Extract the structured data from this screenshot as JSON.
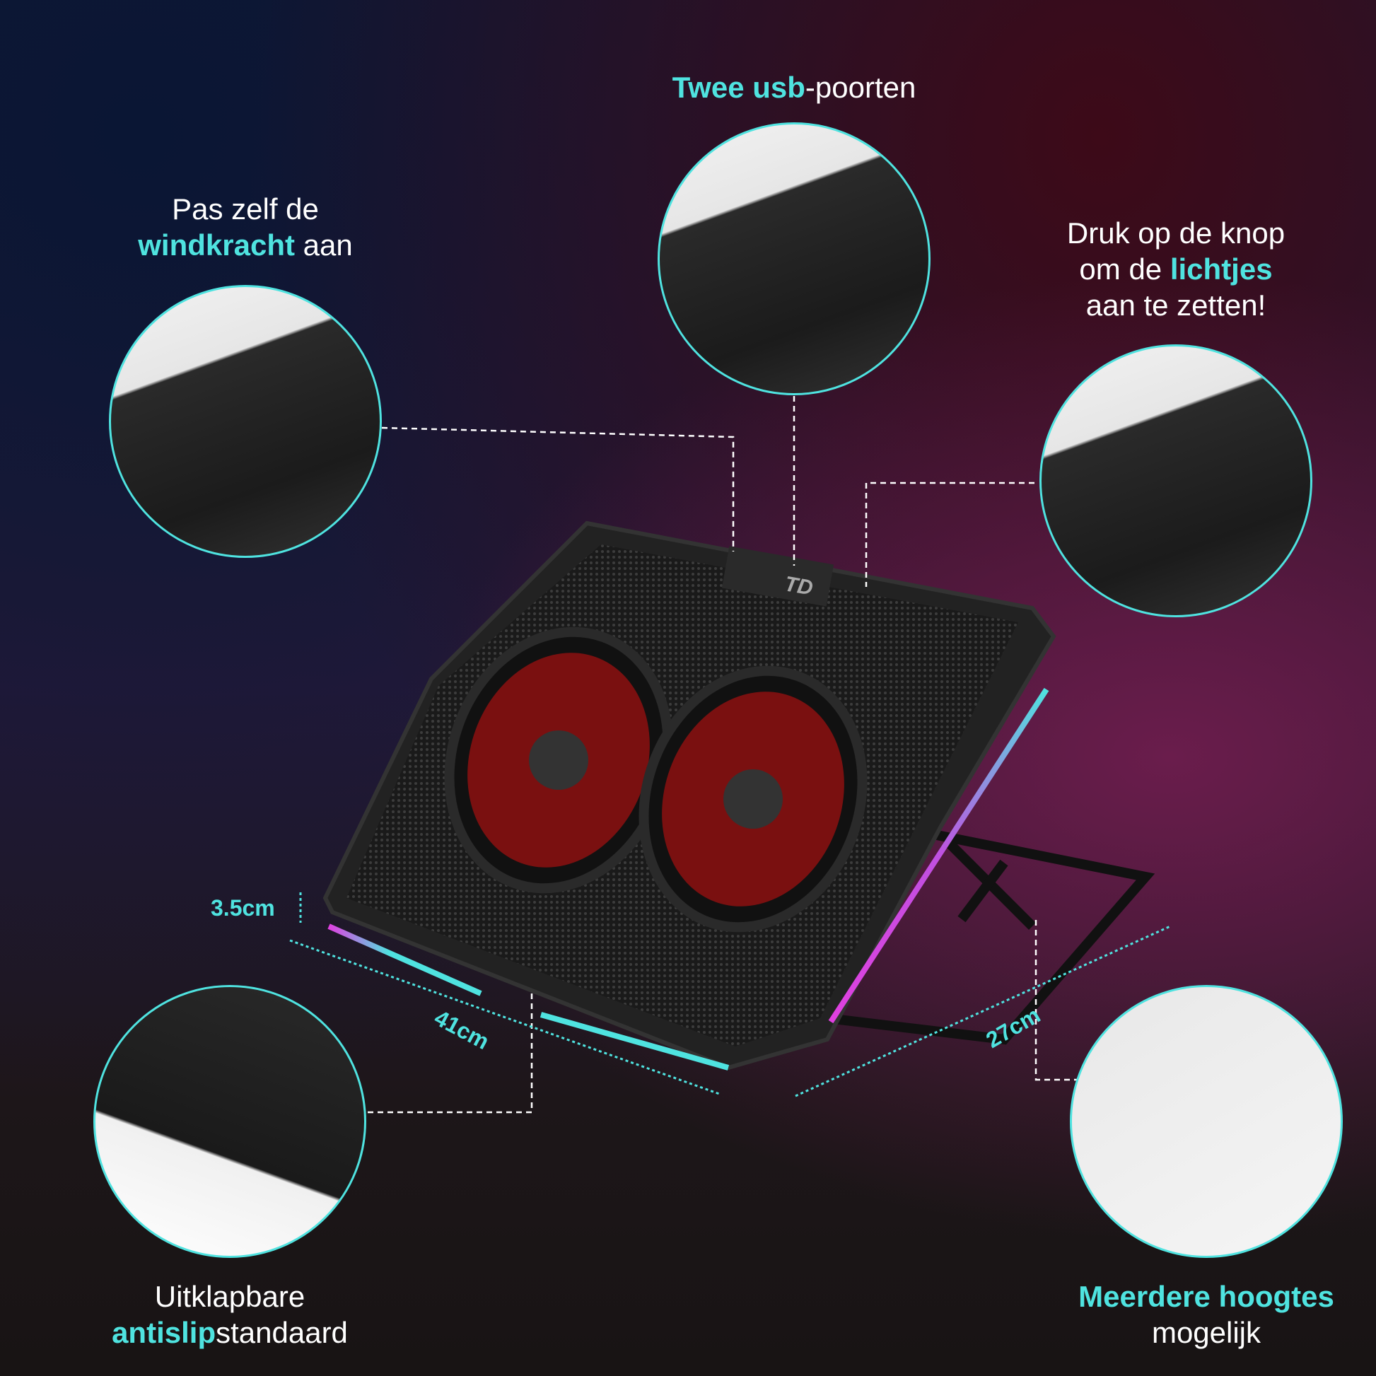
{
  "features": {
    "usb": {
      "highlight": "Twee usb",
      "rest": "-poorten"
    },
    "wind": {
      "line1": "Pas zelf de",
      "highlight": "windkracht",
      "rest": " aan"
    },
    "lights": {
      "line1": "Druk op de knop",
      "line2a": "om de ",
      "highlight": "lichtjes",
      "line3": "aan te zetten!"
    },
    "stand": {
      "line1": "Uitklapbare",
      "highlight": "antislip",
      "rest": "standaard"
    },
    "heights": {
      "highlight": "Meerdere hoogtes",
      "line2": "mogelijk"
    }
  },
  "dimensions": {
    "height": "3.5cm",
    "width": "41cm",
    "depth": "27cm"
  },
  "logo": "TD",
  "colors": {
    "accent": "#4fe3e0",
    "magenta": "#e040e0"
  }
}
